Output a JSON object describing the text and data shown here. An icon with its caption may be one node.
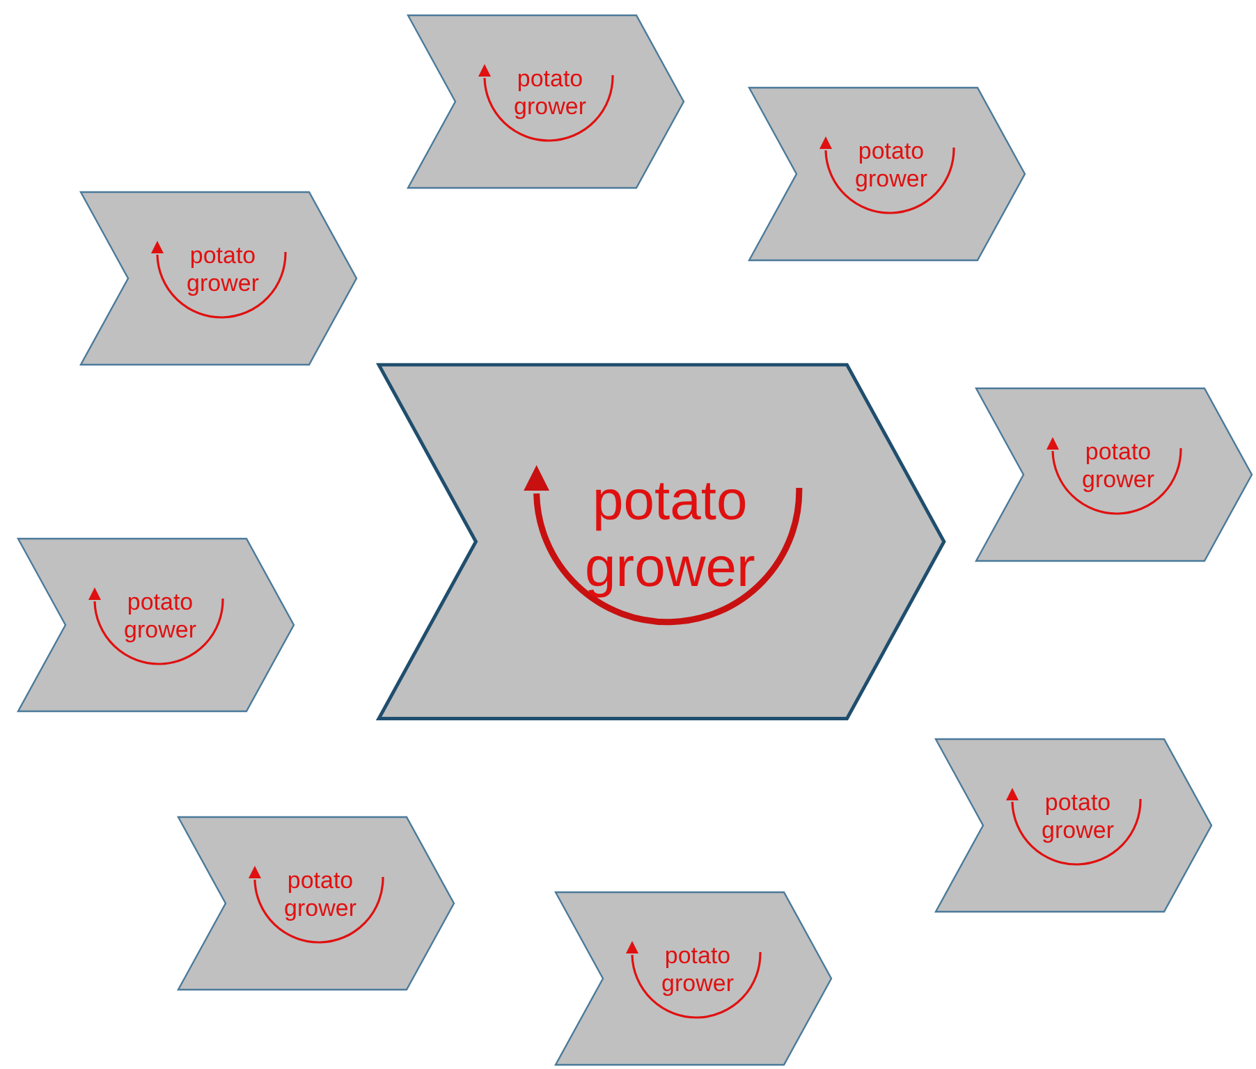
{
  "diagram": {
    "nodes": [
      {
        "text": [
          "potato grower"
        ]
      },
      {
        "text": [
          "potato grower"
        ]
      },
      {
        "text": [
          "potato grower"
        ]
      },
      {
        "text": [
          "potato grower"
        ]
      },
      {
        "text": [
          "potato grower"
        ]
      },
      {
        "text": [
          "potato grower"
        ]
      },
      {
        "text": [
          "potato grower"
        ]
      },
      {
        "text": [
          "potato grower"
        ]
      },
      {
        "text": [
          "potato grower"
        ]
      }
    ]
  }
}
